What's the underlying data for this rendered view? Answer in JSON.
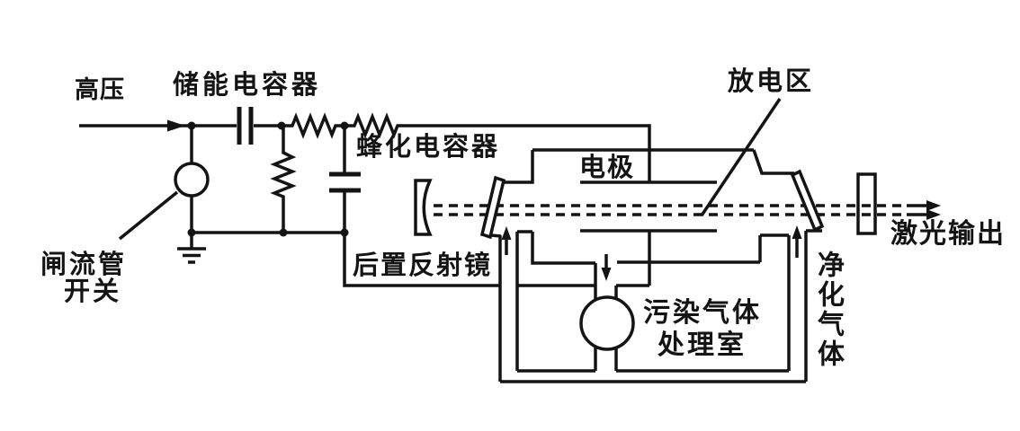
{
  "diagram": {
    "background": "#ffffff",
    "line_color": "#141414",
    "labels": {
      "high_voltage": "高压",
      "storage_capacitor": "储能电容器",
      "peaking_capacitor": "蜂化电容器",
      "thyratron_switch": [
        "闸流管",
        "开关"
      ],
      "rear_mirror": "后置反射镜",
      "electrode": "电极",
      "discharge_region": "放电区",
      "laser_output": "激光输出",
      "treatment_chamber": [
        "污染气体",
        "处理室"
      ],
      "purified_gas": "净化气体"
    }
  }
}
